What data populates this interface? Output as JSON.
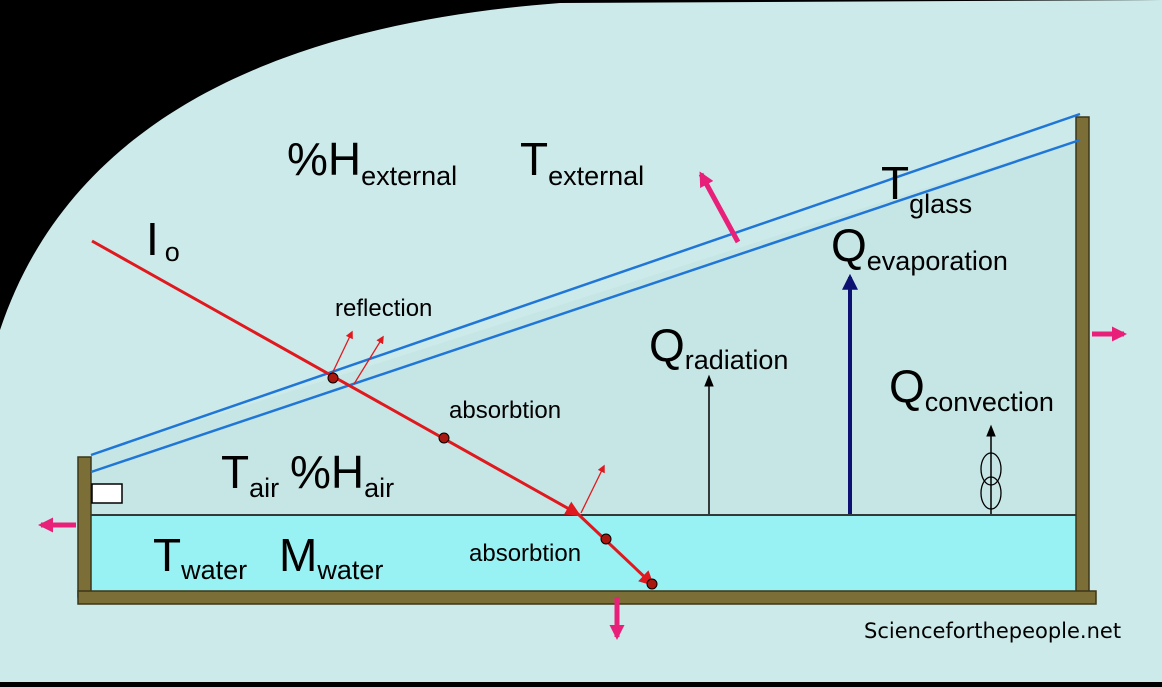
{
  "labels": {
    "humidity_external": {
      "main": "%H",
      "sub": "external"
    },
    "temp_external": {
      "main": "T",
      "sub": "external"
    },
    "temp_glass": {
      "main": "T",
      "sub": "glass"
    },
    "irradiance": {
      "main": "I",
      "sub": "o"
    },
    "q_evaporation": {
      "main": "Q",
      "sub": "evaporation"
    },
    "q_radiation": {
      "main": "Q",
      "sub": "radiation"
    },
    "q_convection": {
      "main": "Q",
      "sub": "convection"
    },
    "temp_air": {
      "main": "T",
      "sub": "air"
    },
    "humidity_air": {
      "main": "%H",
      "sub": "air"
    },
    "temp_water": {
      "main": "T",
      "sub": "water"
    },
    "mass_water": {
      "main": "M",
      "sub": "water"
    },
    "reflection": "reflection",
    "absorption_glass": "absorbtion",
    "absorption_water": "absorbtion",
    "credit": "Scienceforthepeople.net"
  },
  "colors": {
    "background": "#000000",
    "ambient": "#cdeaea",
    "interior": "#c6e6e6",
    "water": "#98f1f3",
    "frame": "#7b6f37",
    "glass": "#1f76d6",
    "ray": "#e0191e",
    "heat_arrow": "#e8207a",
    "evaporation_arrow": "#0c1272"
  }
}
